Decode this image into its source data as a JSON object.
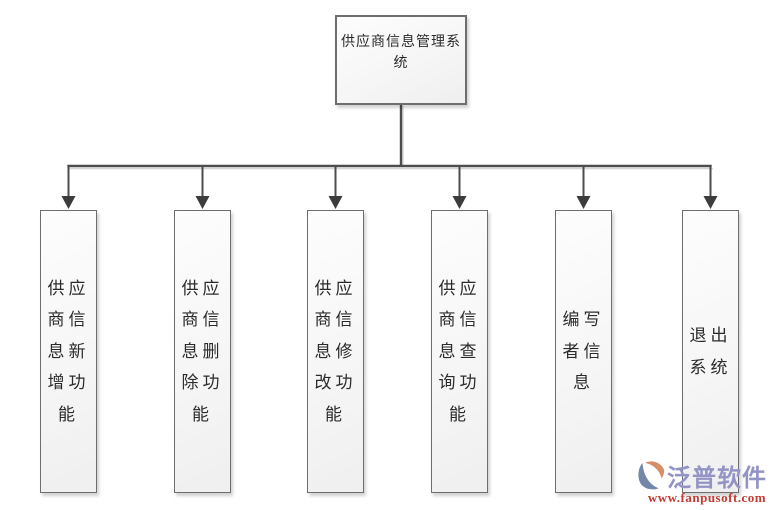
{
  "diagram": {
    "type": "org-tree",
    "root_label": "供应商信息管理系统",
    "children": [
      {
        "label": "供应商信息新增功能"
      },
      {
        "label": "供应商信息删除功能"
      },
      {
        "label": "供应商信息修改功能"
      },
      {
        "label": "供应商信息查询功能"
      },
      {
        "label": "编写者信息"
      },
      {
        "label": "退出系统"
      }
    ]
  },
  "watermark": {
    "brand": "泛普软件",
    "url": "www.fanpusoft.com"
  },
  "colors": {
    "line": "#4d4d4d",
    "arrow": "#3c3c3c",
    "box_border": "#6e6e6e",
    "text": "#2b2b2b",
    "wm_brand": "#9493c6",
    "wm_url": "#c23b34",
    "logo_blue": "#7387a9",
    "logo_orange": "#d68e66"
  }
}
